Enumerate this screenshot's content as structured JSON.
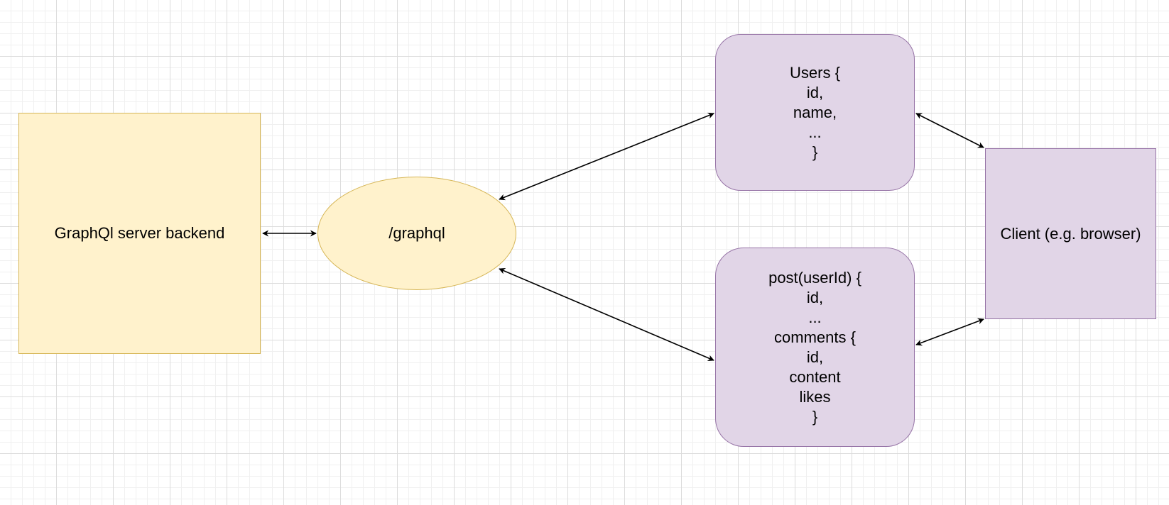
{
  "diagram": {
    "nodes": {
      "server": {
        "label": "GraphQl server backend",
        "fill": "#fff2cc",
        "stroke": "#d6b656"
      },
      "endpoint": {
        "label": "/graphql",
        "fill": "#fff2cc",
        "stroke": "#d6b656"
      },
      "users_query": {
        "label": "Users {\nid,\nname,\n...\n}",
        "fill": "#e1d5e7",
        "stroke": "#9673a6"
      },
      "post_query": {
        "label": "post(userId) {\nid,\n...\ncomments {\nid,\ncontent\nlikes\n}",
        "fill": "#e1d5e7",
        "stroke": "#9673a6"
      },
      "client": {
        "label": "Client (e.g. browser)",
        "fill": "#e1d5e7",
        "stroke": "#9673a6"
      }
    },
    "edges": [
      {
        "from": "server",
        "to": "endpoint",
        "style": "bidirectional-arrow"
      },
      {
        "from": "endpoint",
        "to": "users_query",
        "style": "bidirectional-arrow"
      },
      {
        "from": "endpoint",
        "to": "post_query",
        "style": "bidirectional-arrow"
      },
      {
        "from": "users_query",
        "to": "client",
        "style": "bidirectional-arrow"
      },
      {
        "from": "post_query",
        "to": "client",
        "style": "bidirectional-arrow"
      }
    ]
  }
}
